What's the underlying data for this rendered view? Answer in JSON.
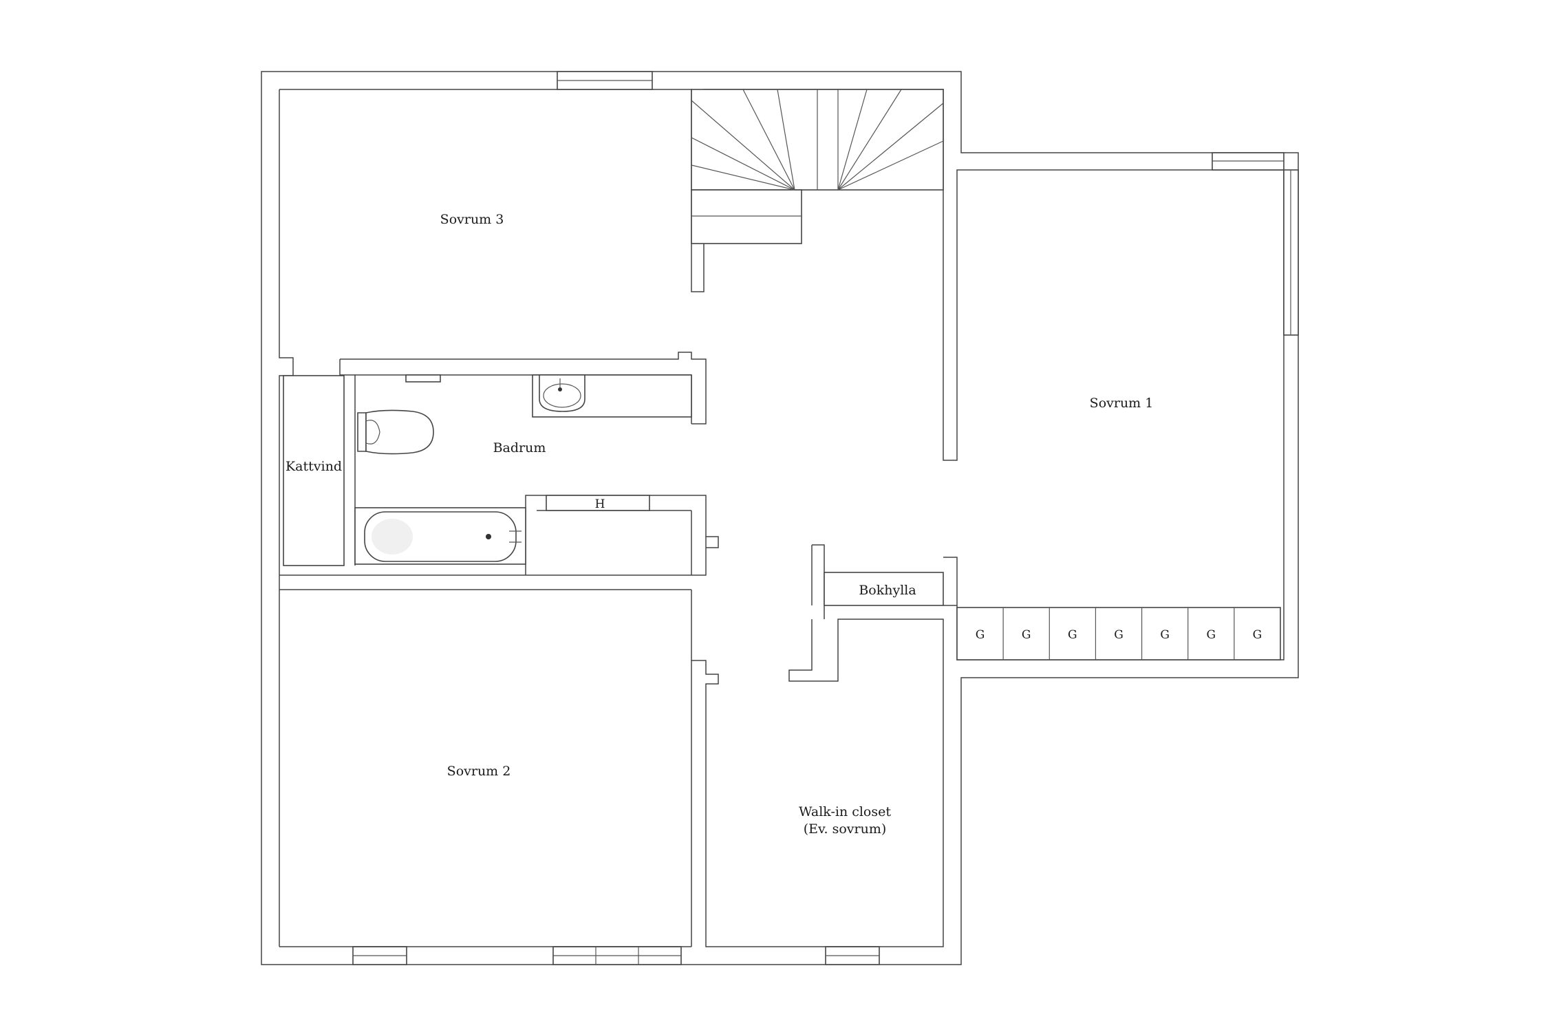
{
  "floorplan": {
    "rooms": {
      "sovrum3": "Sovrum 3",
      "sovrum1": "Sovrum 1",
      "badrum": "Badrum",
      "kattvind": "Kattvind",
      "sovrum2": "Sovrum 2",
      "walkin_line1": "Walk-in closet",
      "walkin_line2": "(Ev. sovrum)",
      "bokhylla": "Bokhylla",
      "hatt": "H"
    },
    "wardrobes": [
      "G",
      "G",
      "G",
      "G",
      "G",
      "G",
      "G"
    ]
  }
}
